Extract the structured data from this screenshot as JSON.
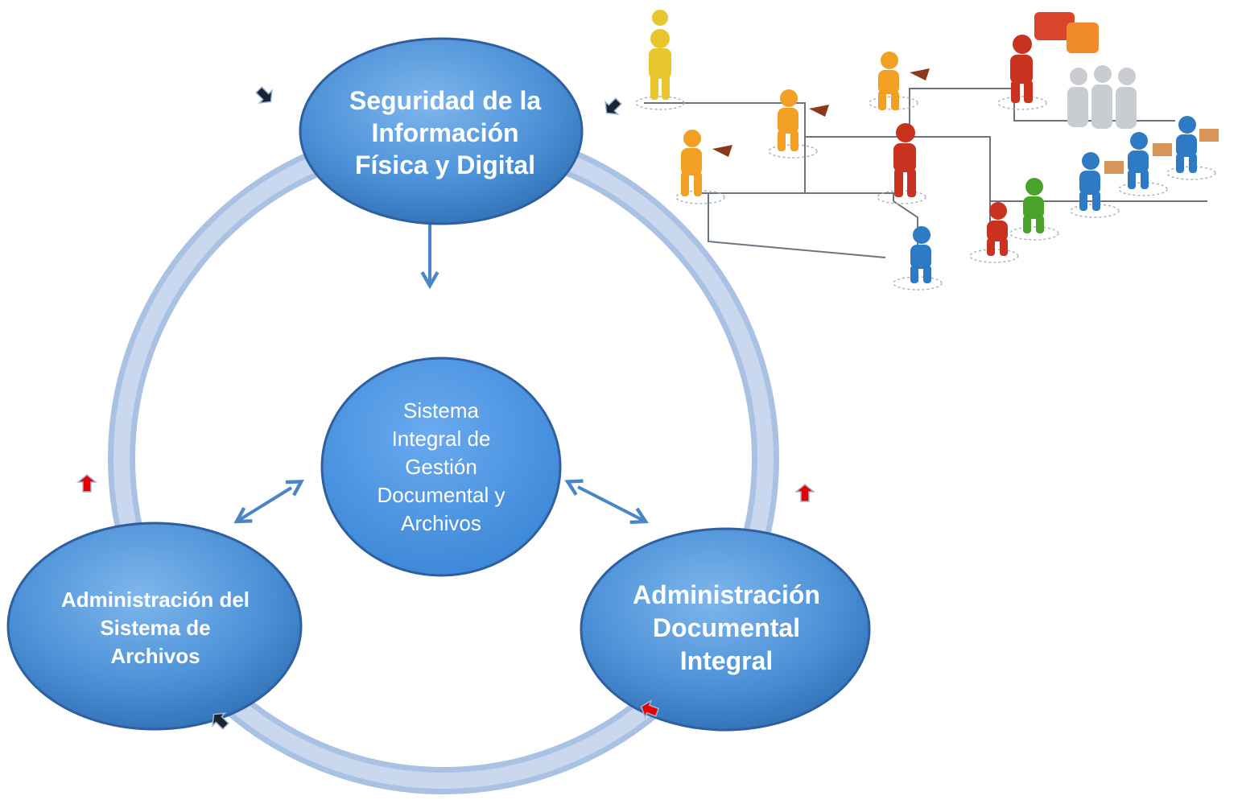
{
  "diagram": {
    "nodes": {
      "top": {
        "label": "Seguridad de la\nInformación\nFísica y Digital"
      },
      "center": {
        "label": "Sistema\nIntegral de\nGestión\nDocumental y\nArchivos"
      },
      "left": {
        "label": "Administración del\nSistema de\nArchivos"
      },
      "right": {
        "label": "Administración\nDocumental\nIntegral"
      }
    },
    "illustration": {
      "icon": "organization-chart-people-illustration"
    }
  },
  "colors": {
    "node_fill": "#4f93d6",
    "node_border": "#2f5f9e",
    "ring": "#b8cce6",
    "connector": "#4a86c5",
    "marker_red": "#e60000",
    "marker_dark": "#1a2433"
  }
}
